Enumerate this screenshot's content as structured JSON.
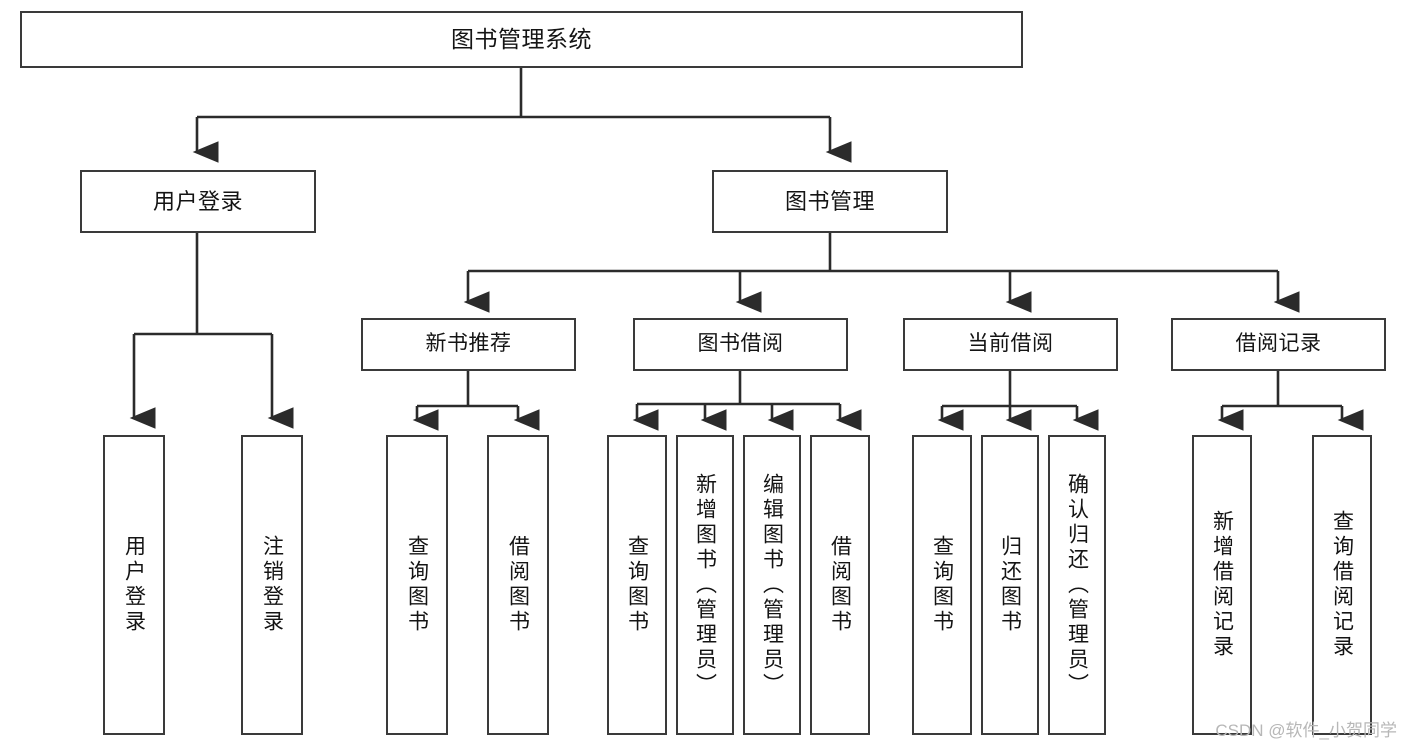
{
  "diagram": {
    "type": "tree",
    "title": "图书管理系统",
    "theme": {
      "background": "#ffffff",
      "box_border": "#3a3a3a",
      "box_fill": "#ffffff",
      "connector": "#2b2b2b",
      "text": "#141414",
      "watermark": "#b7b7b7"
    },
    "root": {
      "label": "图书管理系统"
    },
    "level1": [
      {
        "label": "用户登录"
      },
      {
        "label": "图书管理"
      }
    ],
    "level2": [
      {
        "label": "新书推荐"
      },
      {
        "label": "图书借阅"
      },
      {
        "label": "当前借阅"
      },
      {
        "label": "借阅记录"
      }
    ],
    "leaves": {
      "user_login": [
        {
          "label": "用户登录"
        },
        {
          "label": "注销登录"
        }
      ],
      "new_book": [
        {
          "label": "查询图书"
        },
        {
          "label": "借阅图书"
        }
      ],
      "book_borrow": [
        {
          "label": "查询图书"
        },
        {
          "label": "新增图书（管理员）"
        },
        {
          "label": "编辑图书（管理员）"
        },
        {
          "label": "借阅图书"
        }
      ],
      "current_borrow": [
        {
          "label": "查询图书"
        },
        {
          "label": "归还图书"
        },
        {
          "label": "确认归还（管理员）"
        }
      ],
      "borrow_record": [
        {
          "label": "新增借阅记录"
        },
        {
          "label": "查询借阅记录"
        }
      ]
    }
  },
  "watermark": {
    "text": "CSDN @软件_小贺同学"
  }
}
